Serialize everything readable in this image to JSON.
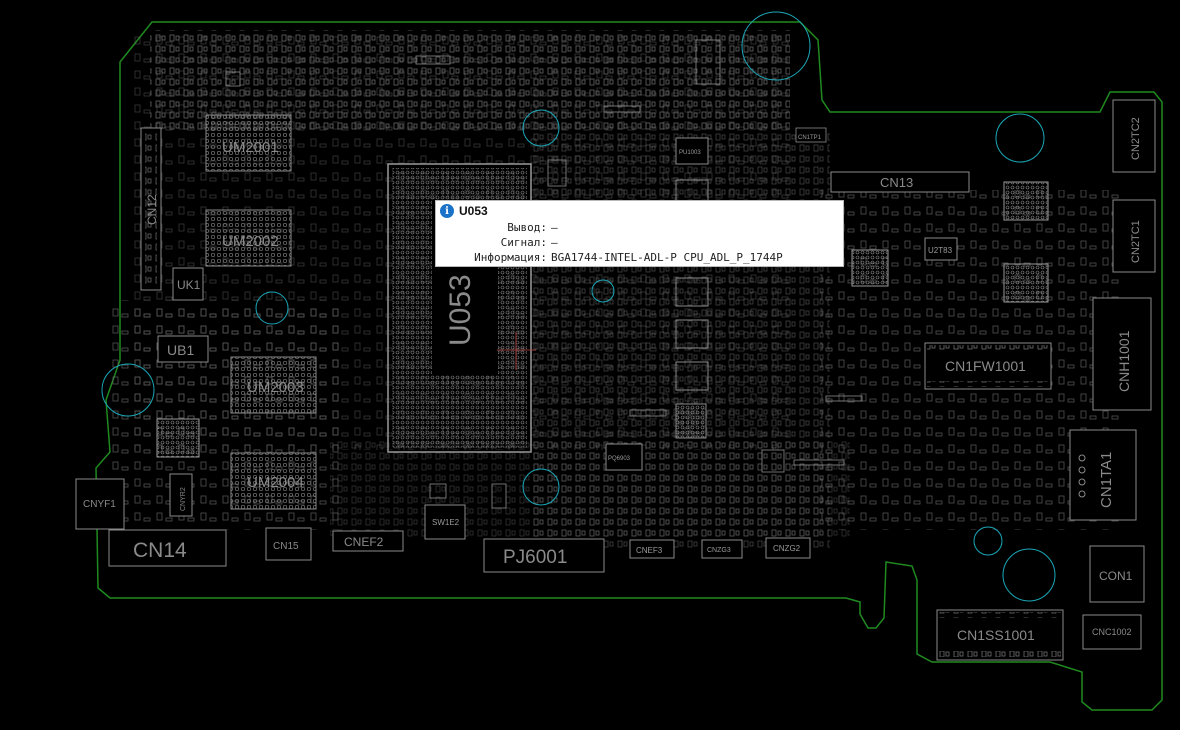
{
  "tooltip": {
    "title": "U053",
    "rows": [
      {
        "key": "Вывод:",
        "value": "—"
      },
      {
        "key": "Сигнал:",
        "value": "—"
      },
      {
        "key": "Информация:",
        "value": "BGA1744-INTEL-ADL-P CPU_ADL_P_1744P"
      }
    ],
    "icon": "info-icon"
  },
  "labels": {
    "cn12": "CN12",
    "uk1": "UK1",
    "ub1": "UB1",
    "um2001": "UM2001",
    "um2002": "UM2002",
    "um2003": "UM2003",
    "um2004": "UM2004",
    "cnyf1": "CNYF1",
    "cnyr2": "CNYR2",
    "cn14": "CN14",
    "cn15": "CN15",
    "cnef2": "CNEF2",
    "u053": "U053",
    "sw1e2": "SW1E2",
    "pj6001": "PJ6001",
    "cnef3": "CNEF3",
    "cnzg3": "CNZG3",
    "cnzg2": "CNZG2",
    "cn13": "CN13",
    "u2t83": "U2T83",
    "cn1fw1001": "CN1FW1001",
    "cn1ta1": "CN1TA1",
    "cnh1001": "CNH1001",
    "cn2tc2": "CN2TC2",
    "cn2tc1": "CN2TC1",
    "con1": "CON1",
    "cn1ss1001": "CN1SS1001",
    "cnc1002": "CNC1002",
    "cn1tp1": "CN1TP1",
    "pu1003": "PU1003",
    "pq6903": "PQ6903"
  },
  "colors": {
    "outline": "#1f8a1f",
    "silk": "#8a8a8a",
    "hole": "#1aa8b8",
    "background": "#000000"
  }
}
